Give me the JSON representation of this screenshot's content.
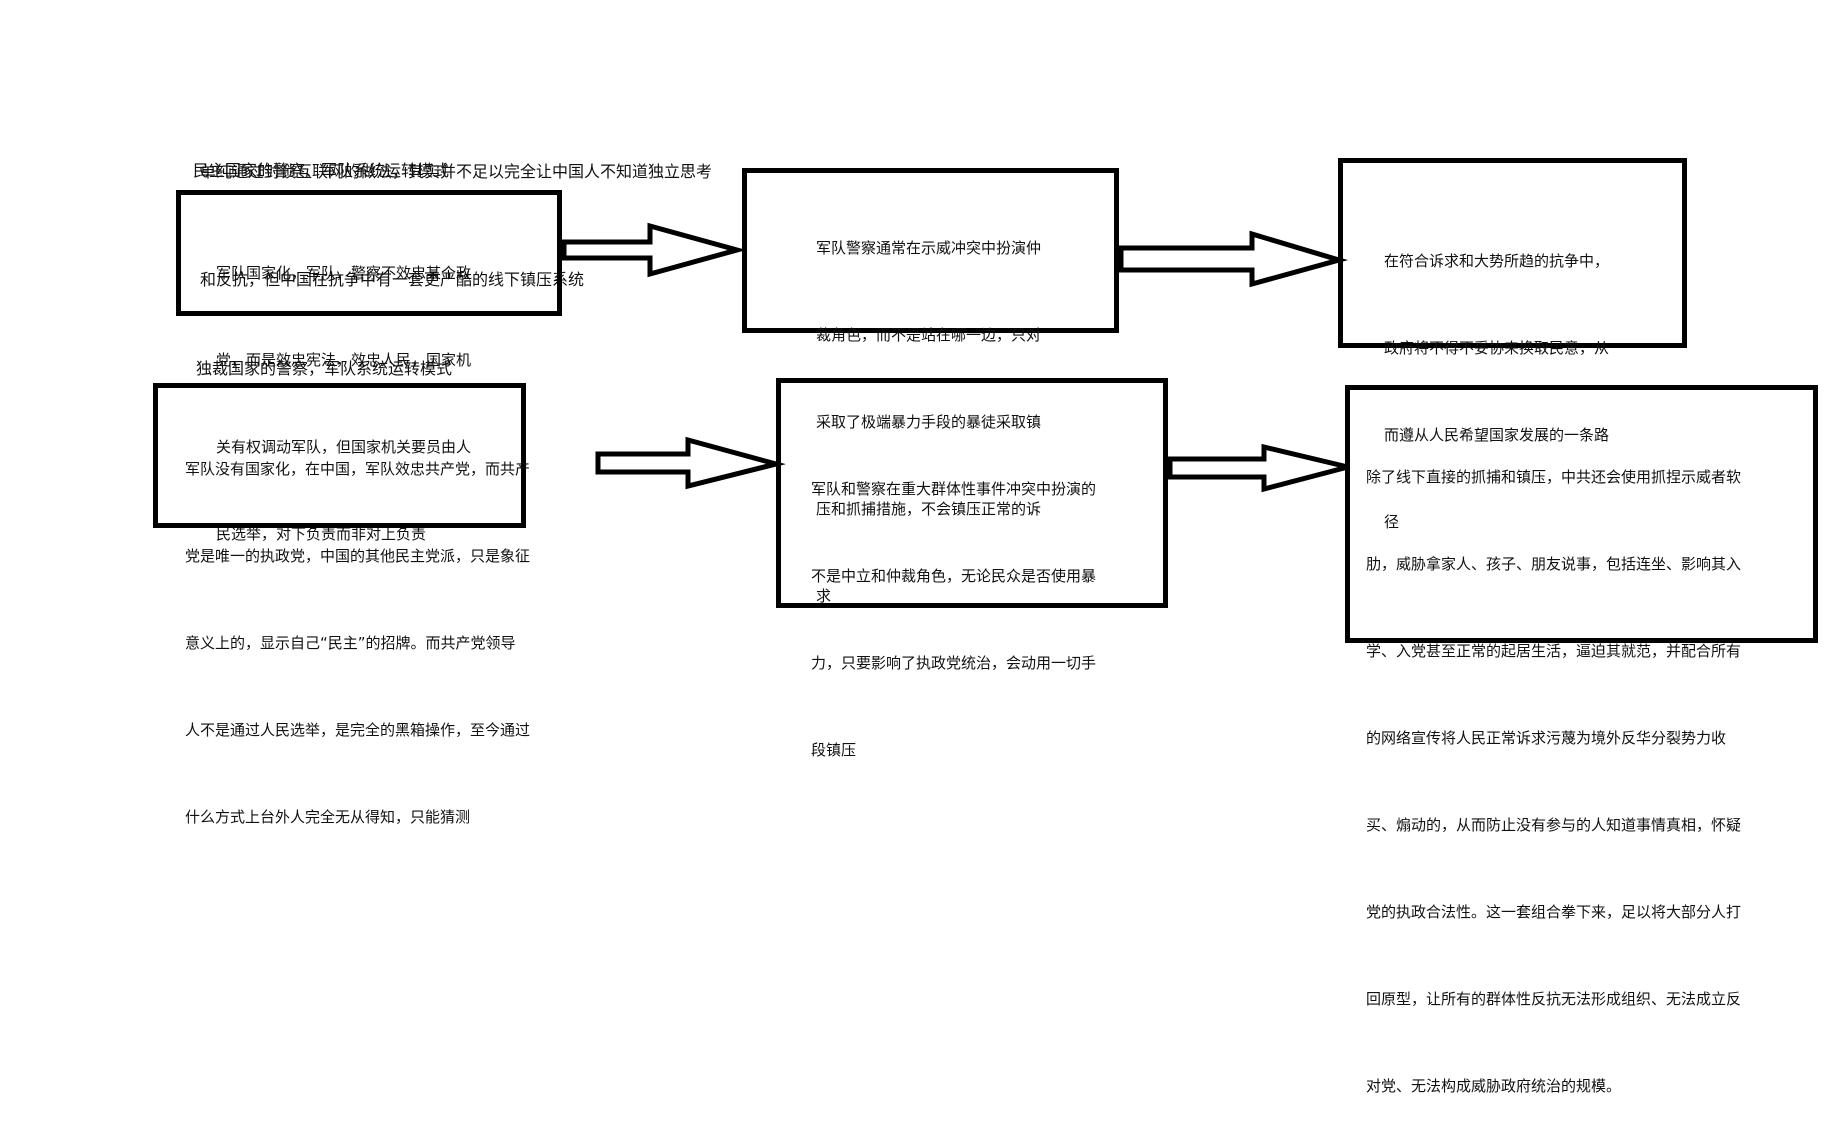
{
  "intro": {
    "lines": [
      "单纯通过封锁互联网的做法，其实并不足以完全让中国人不知道独立思考",
      "和反抗，但中国在抗争中有一套更严酷的线下镇压系统"
    ]
  },
  "democracy": {
    "label": "民主国家的警察、军队系统运转模式",
    "box1_lines": [
      "军队国家化，军队，警察不效忠某个政",
      "党，而是效忠宪法，效忠人民，国家机",
      "关有权调动军队，但国家机关要员由人",
      "民选举，对下负责而非对上负责"
    ],
    "box2_lines": [
      "军队警察通常在示威冲突中扮演仲",
      "裁角色，而不是站在哪一边，只对",
      "采取了极端暴力手段的暴徒采取镇",
      "压和抓捕措施，不会镇压正常的诉",
      "求"
    ],
    "box3_lines": [
      "在符合诉求和大势所趋的抗争中，",
      "政府将不得不妥协来换取民意，从",
      "而遵从人民希望国家发展的一条路",
      "径"
    ]
  },
  "dictatorship": {
    "label": "独裁国家的警察，军队系统运转模式",
    "box1_lines": [
      "军队没有国家化，在中国，军队效忠共产党，而共产",
      "党是唯一的执政党，中国的其他民主党派，只是象征",
      "意义上的，显示自己“民主”的招牌。而共产党领导",
      "人不是通过人民选举，是完全的黑箱操作，至今通过",
      "什么方式上台外人完全无从得知，只能猜测"
    ],
    "box2_lines": [
      "军队和警察在重大群体性事件冲突中扮演的",
      "不是中立和仲裁角色，无论民众是否使用暴",
      "力，只要影响了执政党统治，会动用一切手",
      "段镇压"
    ],
    "box3_lines": [
      "除了线下直接的抓捕和镇压，中共还会使用抓捏示威者软",
      "肋，威胁拿家人、孩子、朋友说事，包括连坐、影响其入",
      "学、入党甚至正常的起居生活，逼迫其就范，并配合所有",
      "的网络宣传将人民正常诉求污蔑为境外反华分裂势力收",
      "买、煽动的，从而防止没有参与的人知道事情真相，怀疑",
      "党的执政合法性。这一套组合拳下来，足以将大部分人打",
      "回原型，让所有的群体性反抗无法形成组织、无法成立反",
      "对党、无法构成威胁政府统治的规模。"
    ]
  }
}
